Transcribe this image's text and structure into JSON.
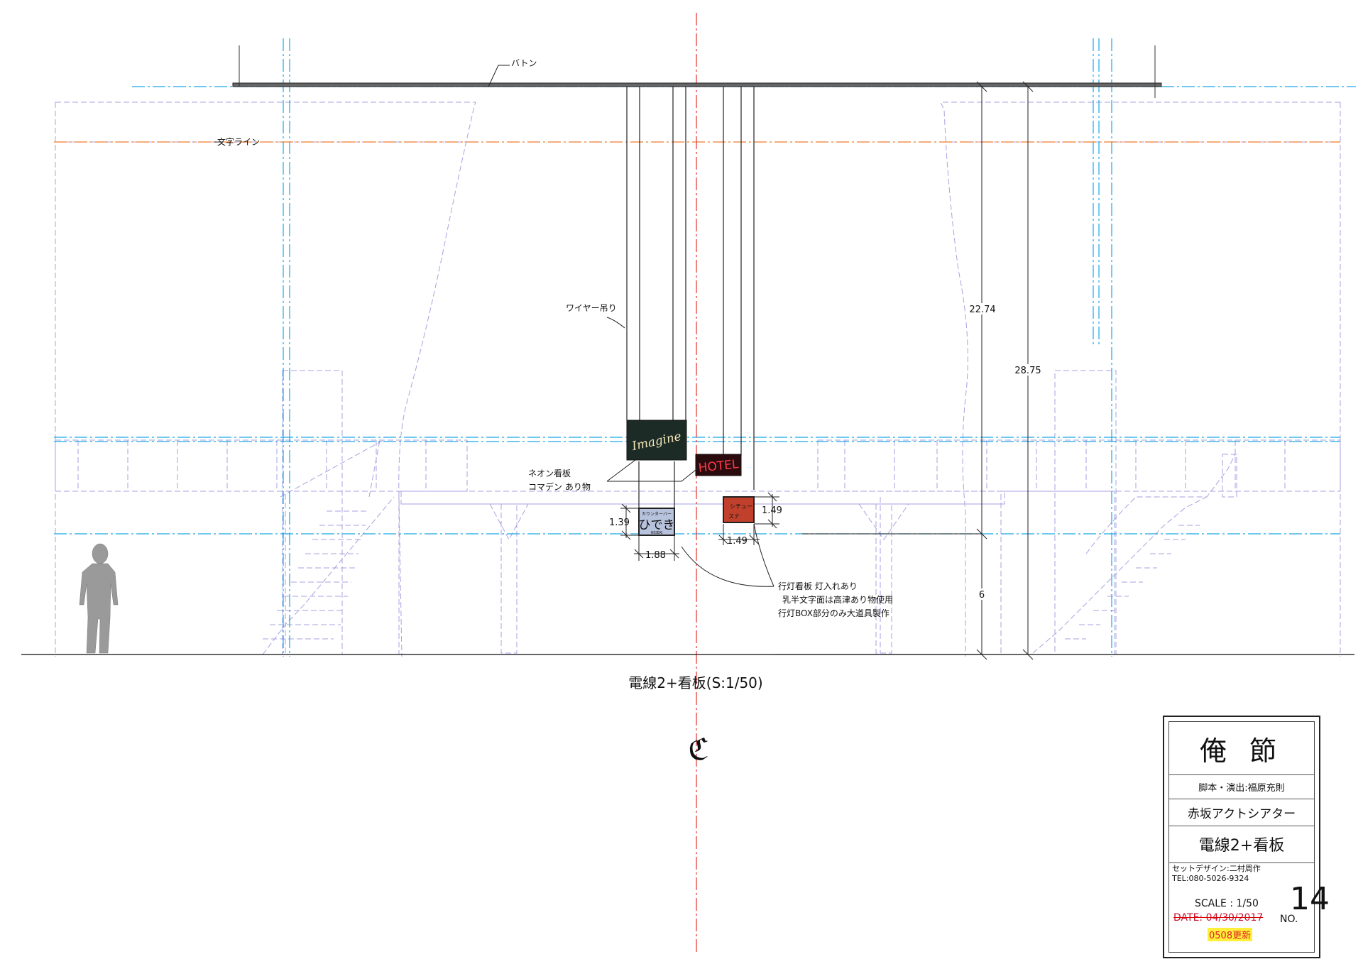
{
  "drawing": {
    "caption": "電線2+看板(S:1/50)",
    "centerline_mark": "ℭ",
    "labels": {
      "baton": "バトン",
      "letter_line": "文字ライン",
      "wire_hanging": "ワイヤー吊り",
      "neon_sign_1": "ネオン看板",
      "neon_sign_2": "コマデン あり物",
      "lightbox_1": "行灯看板 灯入れあり",
      "lightbox_2": "乳半文字面は高津あり物使用",
      "lightbox_3": "行灯BOX部分のみ大道具製作"
    },
    "signs": {
      "imagine": "Imagine",
      "hotel": "HOTEL",
      "hideki_top": "カウンターバー",
      "hideki_main": "ひでき",
      "hideki_bottom": "HIDEKI",
      "red_box_1": "シチュー",
      "red_box_2": "スナ"
    },
    "dimensions": {
      "d2274": "22.74",
      "d2875": "28.75",
      "d6": "6",
      "d139": "1.39",
      "d188": "1.88",
      "d149a": "1.49",
      "d149b": "1.49"
    },
    "colors": {
      "blue_line": "#1aa7e8",
      "orange_line": "#f07b2c",
      "red_center": "#e03030",
      "set_purple": "#8a84d6"
    }
  },
  "title_block": {
    "title": "俺 節",
    "credit": "脚本・演出:福原充則",
    "theater": "赤坂アクトシアター",
    "drawing_name": "電線2+看板",
    "designer": "セットデザイン:二村周作",
    "tel": "TEL:080-5026-9324",
    "scale": "SCALE : 1/50",
    "date": "DATE: 04/30/2017",
    "no_label": "NO.",
    "number": "14",
    "update": "0508更新"
  }
}
